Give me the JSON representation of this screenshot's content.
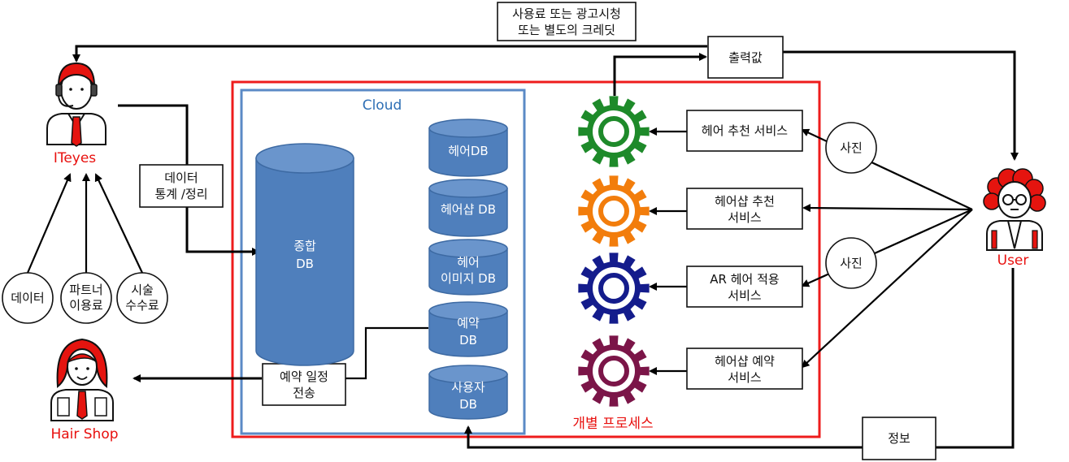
{
  "top_note": {
    "line1": "사용료 또는 광고시청",
    "line2": "또는 별도의 크레딧"
  },
  "output_box": "출력값",
  "info_box": "정보",
  "iteyes_label": "ITeyes",
  "hairshop_label": "Hair Shop",
  "user_label": "User",
  "data_stats_box": {
    "line1": "데이터",
    "line2": "통계 /정리"
  },
  "revenue_circles": [
    {
      "line1": "데이터",
      "line2": ""
    },
    {
      "line1": "파트너",
      "line2": "이용료"
    },
    {
      "line1": "시술",
      "line2": "수수료"
    }
  ],
  "cloud_label": "Cloud",
  "main_db": {
    "line1": "종합",
    "line2": "DB"
  },
  "dbs": [
    {
      "line1": "헤어DB",
      "line2": ""
    },
    {
      "line1": "헤어샵 DB",
      "line2": ""
    },
    {
      "line1": "헤어",
      "line2": "이미지 DB"
    },
    {
      "line1": "예약",
      "line2": "DB"
    },
    {
      "line1": "사용자",
      "line2": "DB"
    }
  ],
  "reservation_box": {
    "line1": "예약 일정",
    "line2": "전송"
  },
  "process_label": "개별 프로세스",
  "services": [
    {
      "line1": "헤어 추천 서비스",
      "line2": "",
      "gear_color": "#1e8a2a"
    },
    {
      "line1": "헤어샵 추천",
      "line2": "서비스",
      "gear_color": "#f27d0c"
    },
    {
      "line1": "AR 헤어 적용",
      "line2": "서비스",
      "gear_color": "#141c8c"
    },
    {
      "line1": "헤어샵 예약",
      "line2": "서비스",
      "gear_color": "#7b1548"
    }
  ],
  "photo_circles": [
    "사진",
    "사진"
  ],
  "colors": {
    "red_border": "#ee1c1c",
    "cloud_border": "#5b8ac6",
    "db_fill": "#4f7fbc",
    "person_red": "#e5140f"
  },
  "icons": {
    "iteyes": "headset-person-icon",
    "hairshop": "stylist-person-icon",
    "user": "curly-hair-person-icon",
    "gear": "gear-icon"
  }
}
